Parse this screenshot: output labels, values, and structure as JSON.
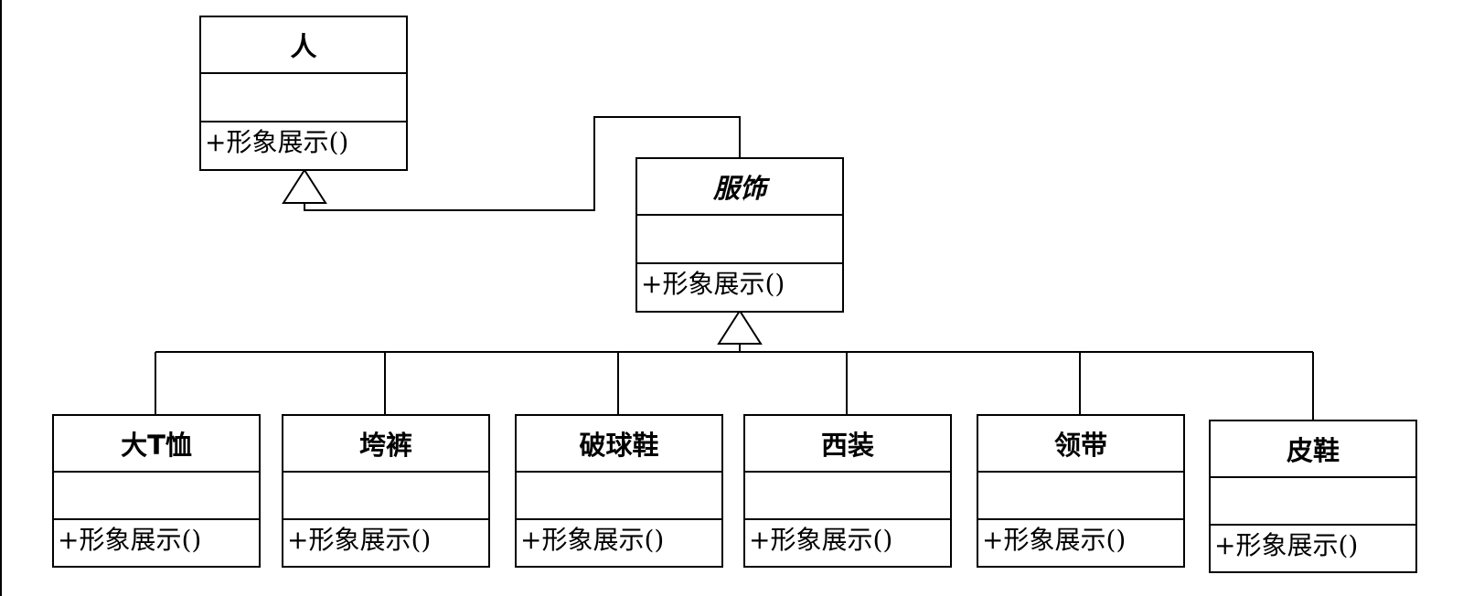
{
  "diagram": {
    "person": {
      "name": "人",
      "operation": "+形象展示()"
    },
    "clothing": {
      "name": "服饰",
      "operation": "+形象展示()"
    },
    "subclasses": [
      {
        "name": "大T恤",
        "operation": "+形象展示()"
      },
      {
        "name": "垮裤",
        "operation": "+形象展示()"
      },
      {
        "name": "破球鞋",
        "operation": "+形象展示()"
      },
      {
        "name": "西装",
        "operation": "+形象展示()"
      },
      {
        "name": "领带",
        "operation": "+形象展示()"
      },
      {
        "name": "皮鞋",
        "operation": "+形象展示()"
      }
    ]
  }
}
